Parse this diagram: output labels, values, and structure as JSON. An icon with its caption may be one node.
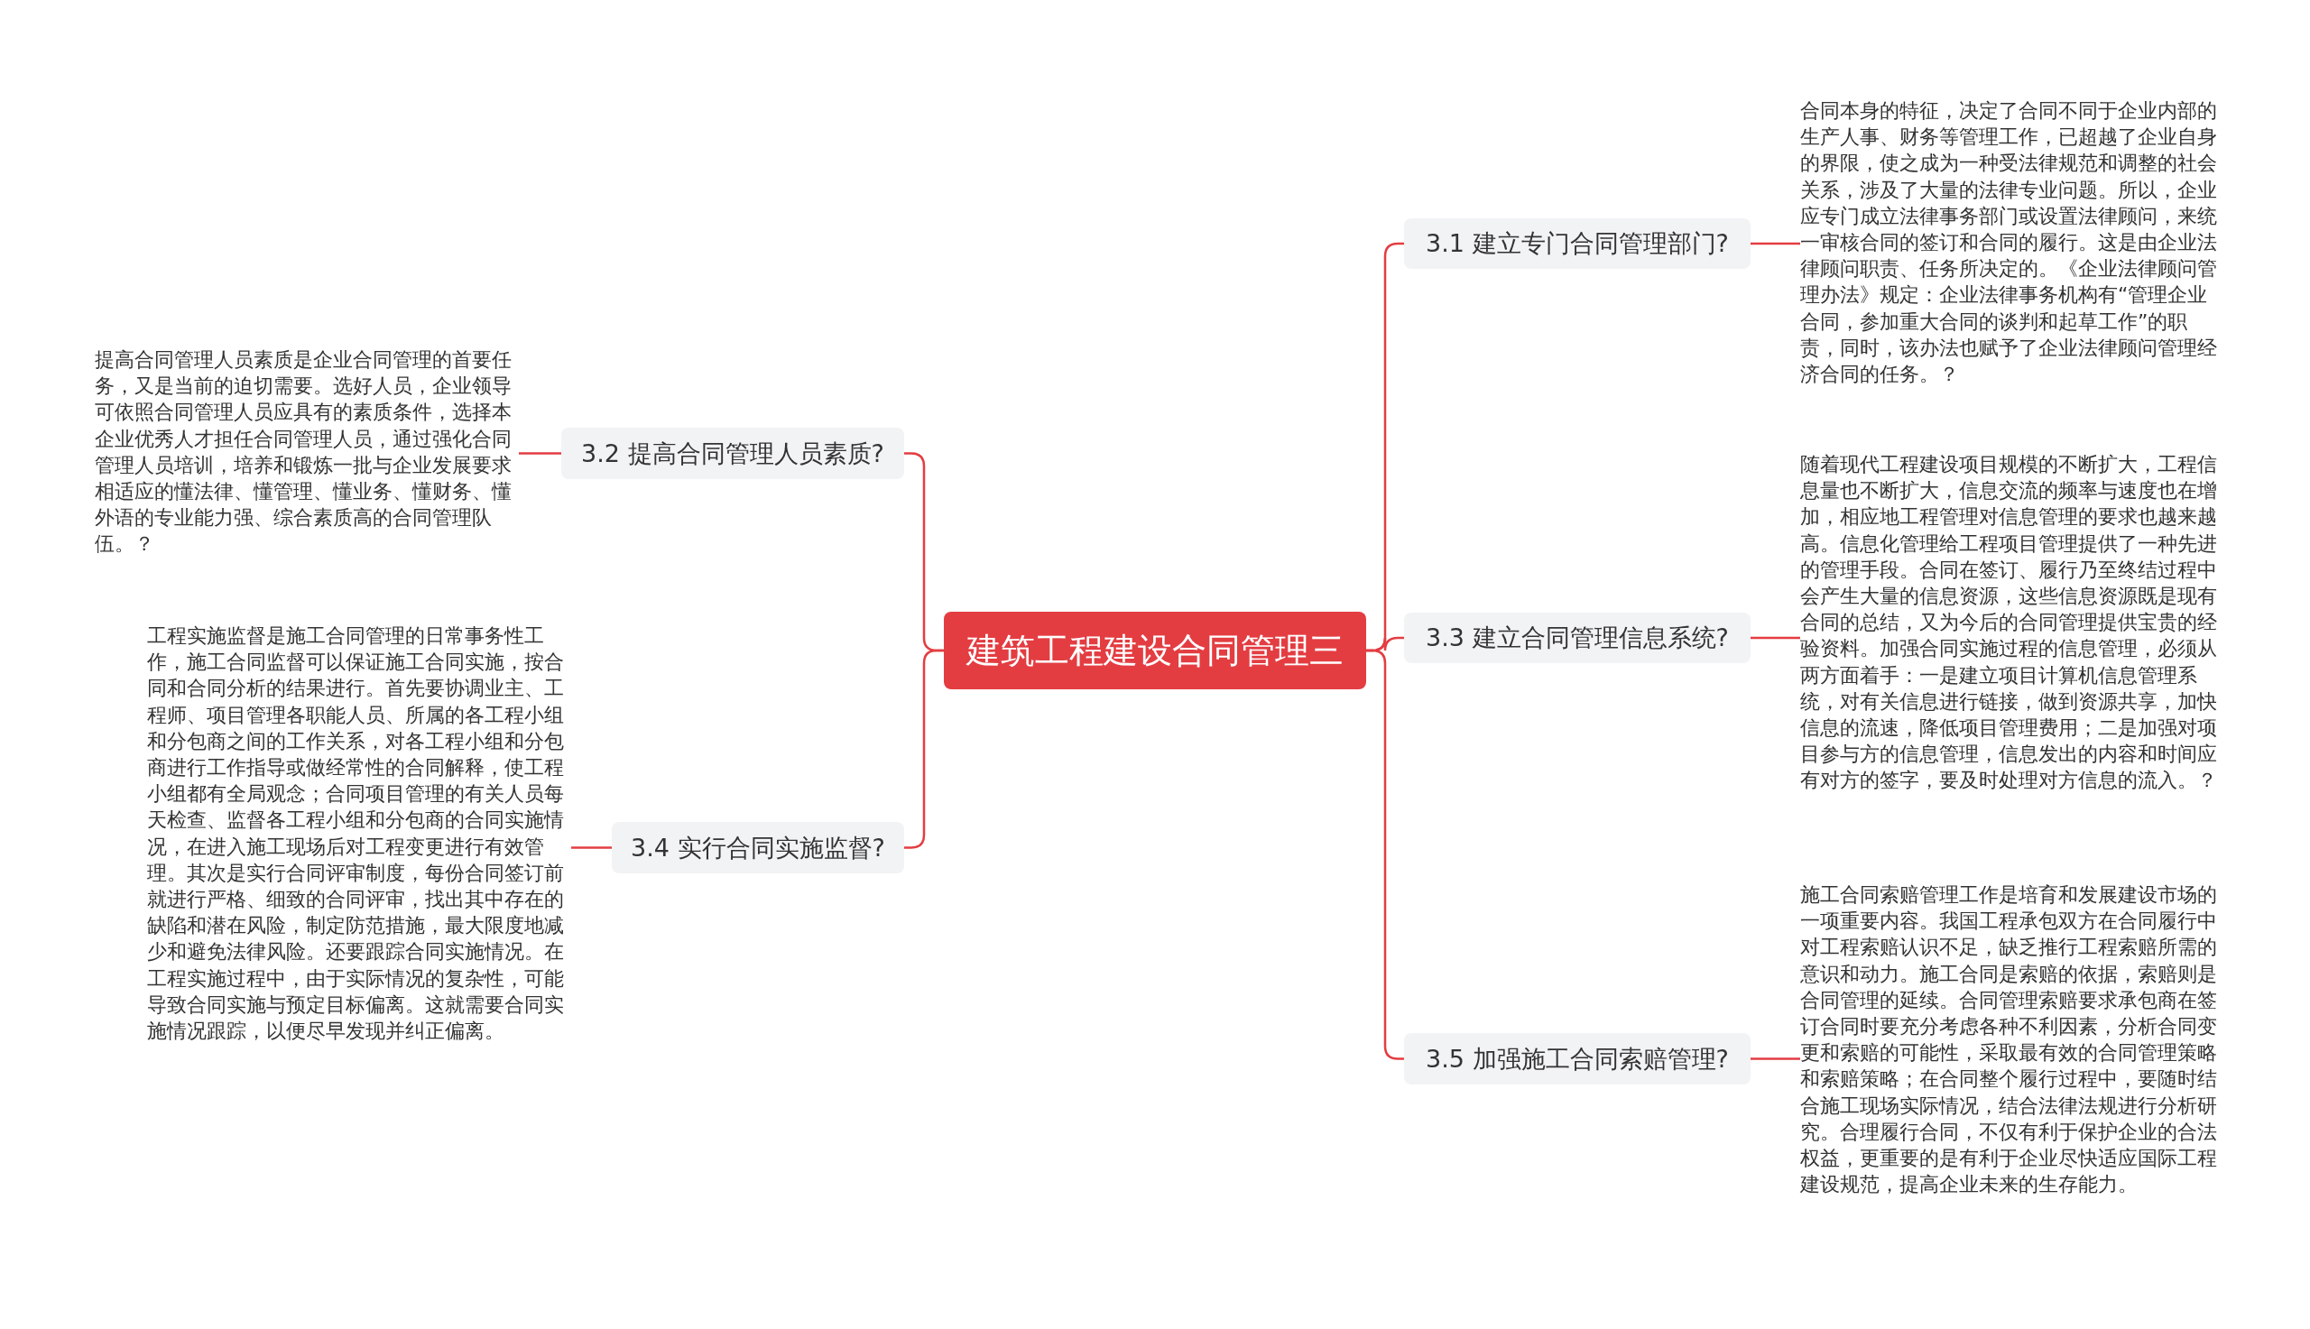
{
  "diagram": {
    "nodes": [
      {
        "text": [
          "建筑工程建设合同管理三"
        ]
      },
      {
        "text": [
          "3.1 建立专门合同管理部门?"
        ]
      },
      {
        "text": [
          "合同本身的特征，决定了合同不同于企业内部的生产人事、财务等管理工作，已超越了企业自身的界限，使之成为一种受法律规范和调整的社会关系，涉及了大量的法律专业问题。所以，企业应专门成立法律事务部门或设置法律顾问，来统一审核合同的签订和合同的履行。这是由企业法律顾问职责、任务所决定的。《企业法律顾问管理办法》规定：企业法律事务机构有“管理企业合同，参加重大合同的谈判和起草工作”的职责，同时，该办法也赋予了企业法律顾问管理经济合同的任务。？"
        ]
      },
      {
        "text": [
          "3.2 提高合同管理人员素质?"
        ]
      },
      {
        "text": [
          "提高合同管理人员素质是企业合同管理的首要任务，又是当前的迫切需要。选好人员，企业领导可依照合同管理人员应具有的素质条件，选择本企业优秀人才担任合同管理人员，通过强化合同管理人员培训，培养和锻炼一批与企业发展要求相适应的懂法律、懂管理、懂业务、懂财务、懂外语的专业能力强、综合素质高的合同管理队伍。？"
        ]
      },
      {
        "text": [
          "3.3 建立合同管理信息系统?"
        ]
      },
      {
        "text": [
          "随着现代工程建设项目规模的不断扩大，工程信息量也不断扩大，信息交流的频率与速度也在增加，相应地工程管理对信息管理的要求也越来越高。信息化管理给工程项目管理提供了一种先进的管理手段。合同在签订、履行乃至终结过程中会产生大量的信息资源，这些信息资源既是现有合同的总结，又为今后的合同管理提供宝贵的经验资料。加强合同实施过程的信息管理，必须从两方面着手：一是建立项目计算机信息管理系统，对有关信息进行链接，做到资源共享，加快信息的流速，降低项目管理费用；二是加强对项目参与方的信息管理，信息发出的内容和时间应有对方的签字，要及时处理对方信息的流入。？"
        ]
      },
      {
        "text": [
          "3.4 实行合同实施监督?"
        ]
      },
      {
        "text": [
          "工程实施监督是施工合同管理的日常事务性工作，施工合同监督可以保证施工合同实施，按合同和合同分析的结果进行。首先要协调业主、工程师、项目管理各职能人员、所属的各工程小组和分包商之间的工作关系，对各工程小组和分包商进行工作指导或做经常性的合同解释，使工程小组都有全局观念；合同项目管理的有关人员每天检查、监督各工程小组和分包商的合同实施情况，在进入施工现场后对工程变更进行有效管理。其次是实行合同评审制度，每份合同签订前就进行严格、细致的合同评审，找出其中存在的缺陷和潜在风险，制定防范措施，最大限度地减少和避免法律风险。还要跟踪合同实施情况。在工程实施过程中，由于实际情况的复杂性，可能导致合同实施与预定目标偏离。这就需要合同实施情况跟踪，以便尽早发现并纠正偏离。"
        ]
      },
      {
        "text": [
          "3.5 加强施工合同索赔管理?"
        ]
      },
      {
        "text": [
          "施工合同索赔管理工作是培育和发展建设市场的一项重要内容。我国工程承包双方在合同履行中对工程索赔认识不足，缺乏推行工程索赔所需的意识和动力。施工合同是索赔的依据，索赔则是合同管理的延续。合同管理索赔要求承包商在签订合同时要充分考虑各种不利因素，分析合同变更和索赔的可能性，采取最有效的合同管理策略和索赔策略；在合同整个履行过程中，要随时结合施工现场实际情况，结合法律法规进行分析研究。合理履行合同，不仅有利于保护企业的合法权益，更重要的是有利于企业尽快适应国际工程建设规范，提高企业未来的生存能力。"
        ]
      }
    ],
    "edges": [
      {
        "from": 0,
        "to": 1,
        "arrow": "none"
      },
      {
        "from": 1,
        "to": 2,
        "arrow": "none"
      },
      {
        "from": 0,
        "to": 3,
        "arrow": "none"
      },
      {
        "from": 3,
        "to": 4,
        "arrow": "none"
      },
      {
        "from": 0,
        "to": 5,
        "arrow": "none"
      },
      {
        "from": 5,
        "to": 6,
        "arrow": "none"
      },
      {
        "from": 0,
        "to": 7,
        "arrow": "none"
      },
      {
        "from": 7,
        "to": 8,
        "arrow": "none"
      },
      {
        "from": 0,
        "to": 9,
        "arrow": "none"
      },
      {
        "from": 9,
        "to": 10,
        "arrow": "none"
      }
    ]
  }
}
